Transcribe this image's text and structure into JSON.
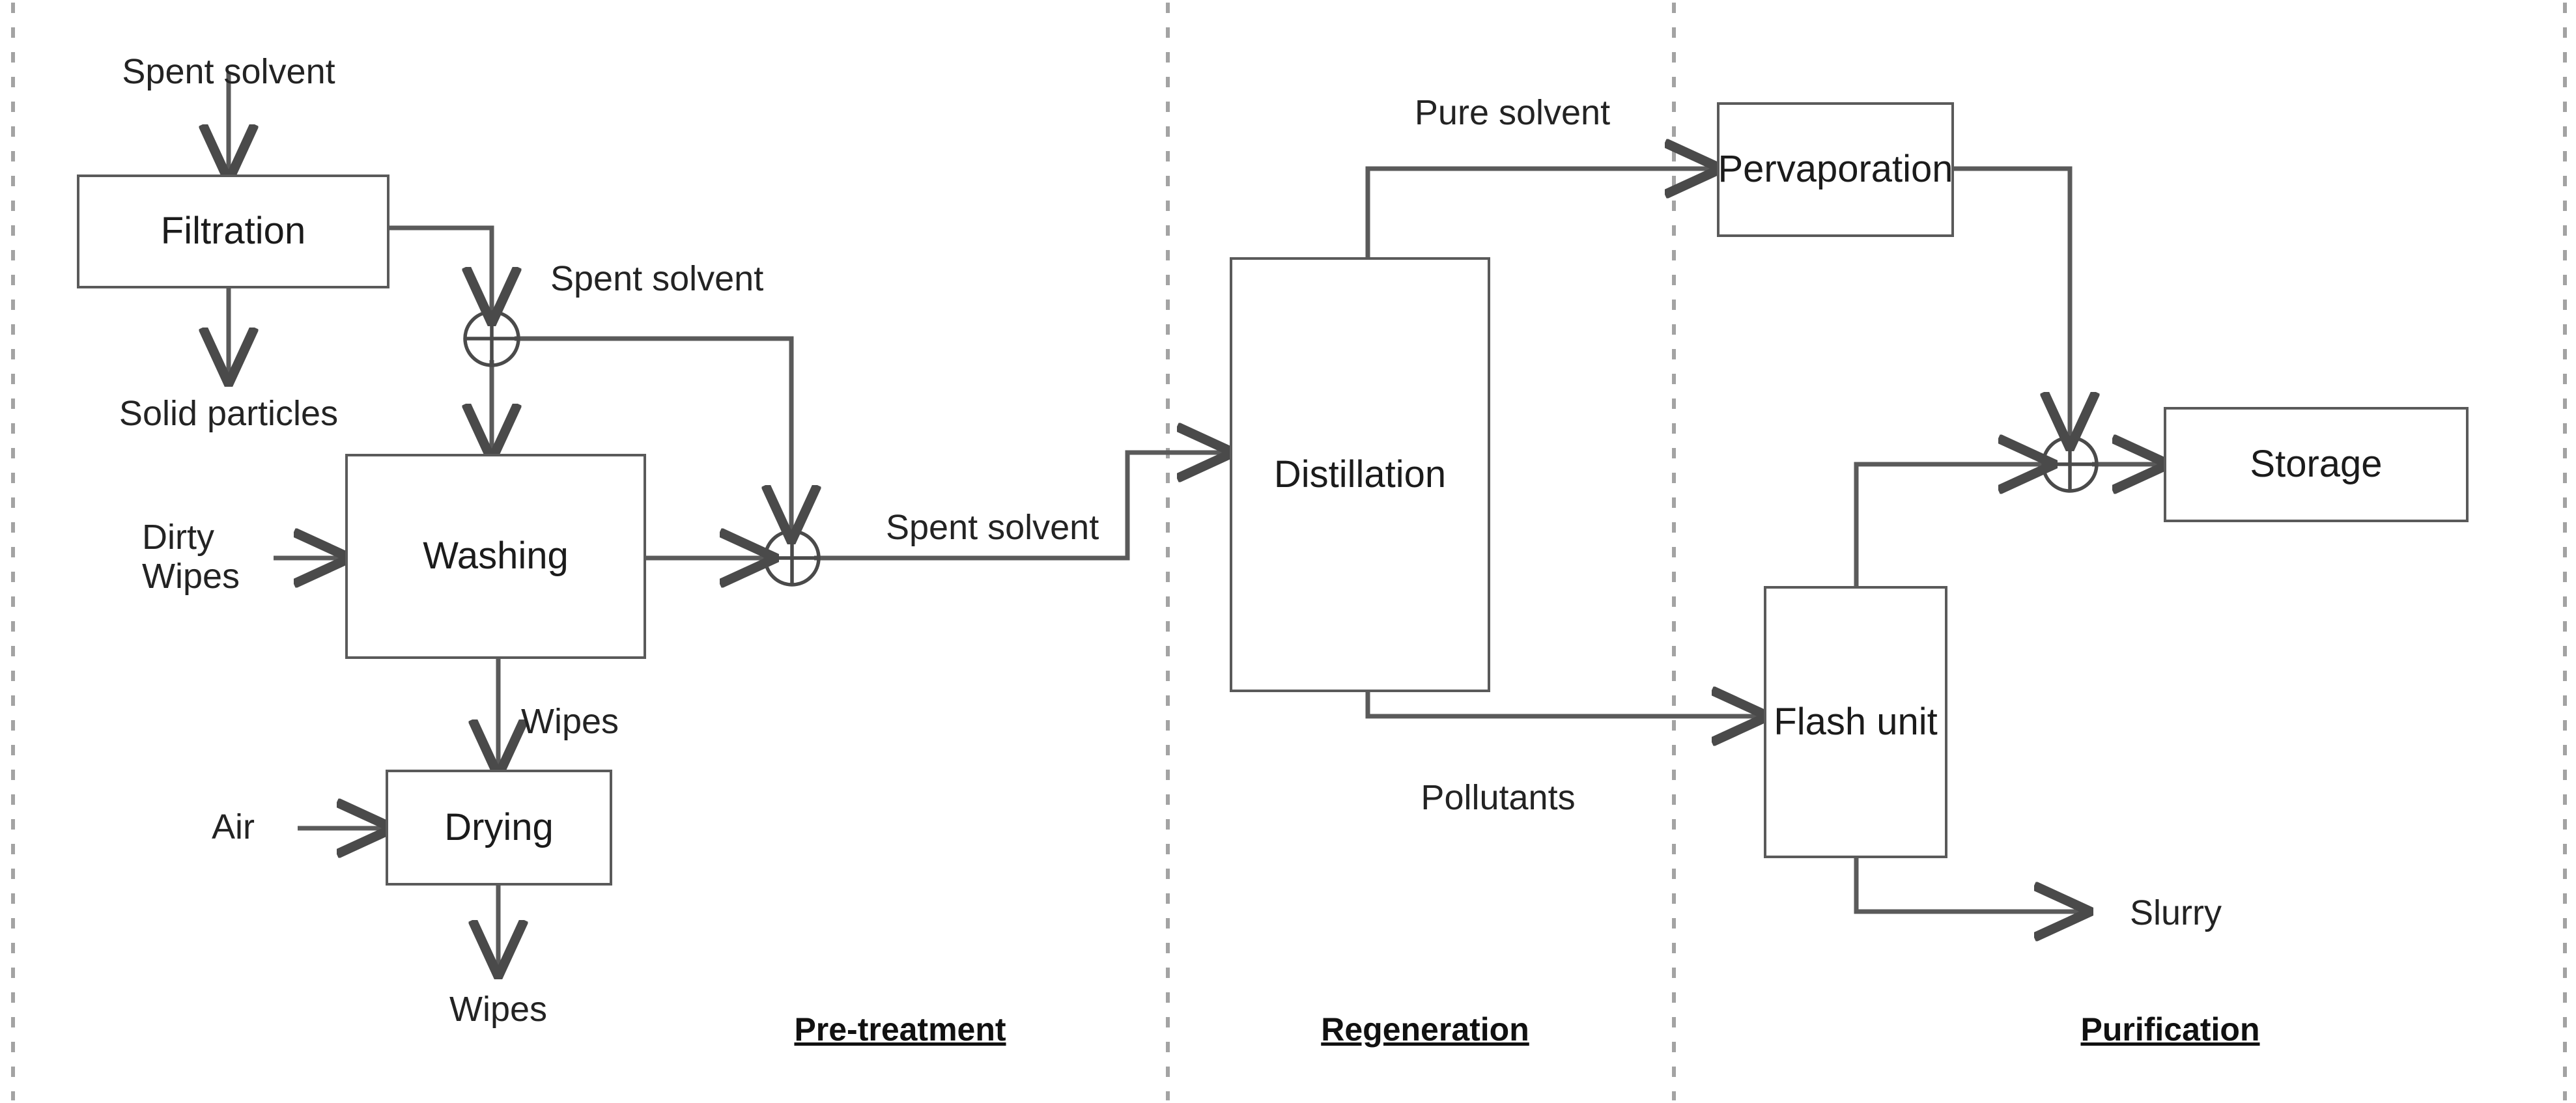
{
  "diagram": {
    "title": "Solvent recovery process flow diagram",
    "line_color": "#5a5a5a",
    "text_color": "#1b1b1b",
    "divider_color": "#9a9a9a",
    "background": "#ffffff"
  },
  "units": [
    {
      "id": "filtration",
      "label": "Filtration"
    },
    {
      "id": "washing",
      "label": "Washing"
    },
    {
      "id": "drying",
      "label": "Drying"
    },
    {
      "id": "distillation",
      "label": "Distillation"
    },
    {
      "id": "pervaporation",
      "label": "Pervaporation"
    },
    {
      "id": "flash_unit",
      "label": "Flash\nunit"
    },
    {
      "id": "storage",
      "label": "Storage"
    }
  ],
  "mixers": [
    {
      "id": "mixer-1"
    },
    {
      "id": "mixer-2"
    },
    {
      "id": "mixer-3"
    }
  ],
  "stream_labels": {
    "spent_solvent_feed": "Spent solvent",
    "solid_particles": "Solid particles",
    "spent_solvent_recycle": "Spent solvent",
    "dirty_wipes": "Dirty\nWipes",
    "spent_solvent_to_distillation": "Spent solvent",
    "wipes_to_drying": "Wipes",
    "air": "Air",
    "wipes_product": "Wipes",
    "pure_solvent": "Pure solvent",
    "pollutants": "Pollutants",
    "slurry": "Slurry"
  },
  "sections": [
    {
      "id": "pre-treatment",
      "label": "Pre-treatment"
    },
    {
      "id": "regeneration",
      "label": "Regeneration"
    },
    {
      "id": "purification",
      "label": "Purification"
    }
  ]
}
